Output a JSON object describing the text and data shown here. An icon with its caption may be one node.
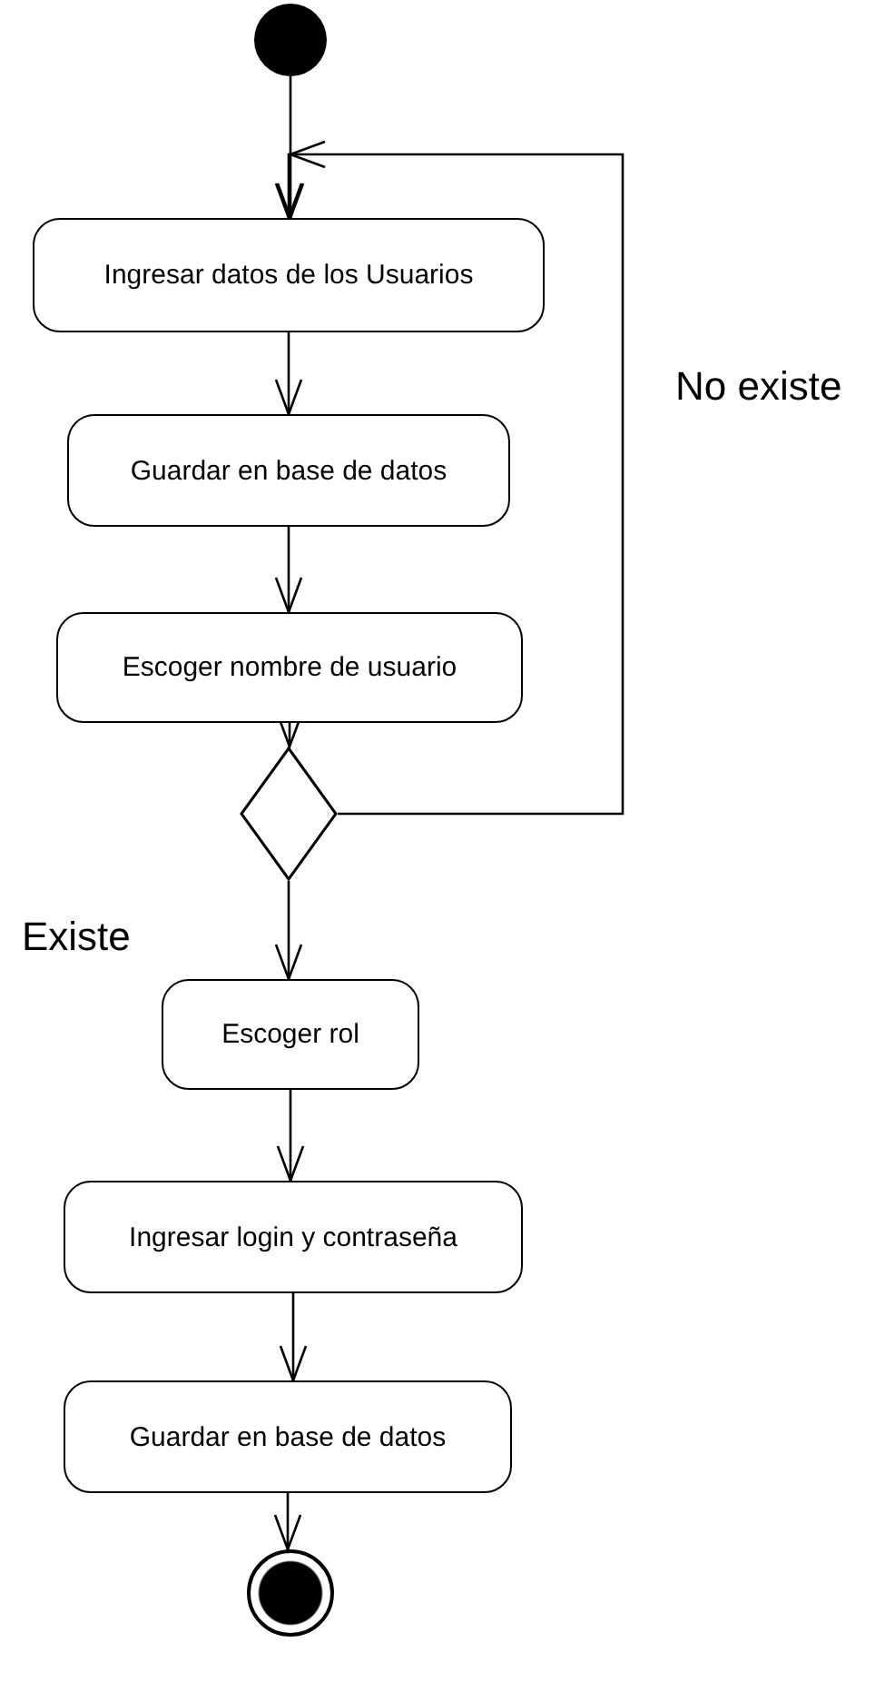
{
  "diagram": {
    "nodes": [
      {
        "text": [],
        "shape": "circle"
      },
      {
        "text": [
          "Ingresar datos de los Usuarios"
        ]
      },
      {
        "text": [
          "Guardar en base de datos"
        ]
      },
      {
        "text": [
          "Escoger nombre de usuario"
        ]
      },
      {
        "text": [],
        "shape": "diamond"
      },
      {
        "text": [
          "Escoger rol"
        ]
      },
      {
        "text": [
          "Ingresar login y contraseña"
        ]
      },
      {
        "text": [
          "Guardar en base de datos"
        ]
      },
      {
        "text": [],
        "shape": "bullseye"
      }
    ],
    "edges": [
      {
        "from": 0,
        "to": 1,
        "arrow": "to"
      },
      {
        "from": 1,
        "to": 2,
        "arrow": "to"
      },
      {
        "from": 2,
        "to": 3,
        "arrow": "to"
      },
      {
        "from": 3,
        "to": 4,
        "arrow": "to"
      },
      {
        "from": 4,
        "to": 1,
        "arrow": "to",
        "label": "No existe"
      },
      {
        "from": 4,
        "to": 5,
        "arrow": "to",
        "label": "Existe"
      },
      {
        "from": 5,
        "to": 6,
        "arrow": "to"
      },
      {
        "from": 6,
        "to": 7,
        "arrow": "to"
      },
      {
        "from": 7,
        "to": 8,
        "arrow": "to"
      }
    ]
  }
}
